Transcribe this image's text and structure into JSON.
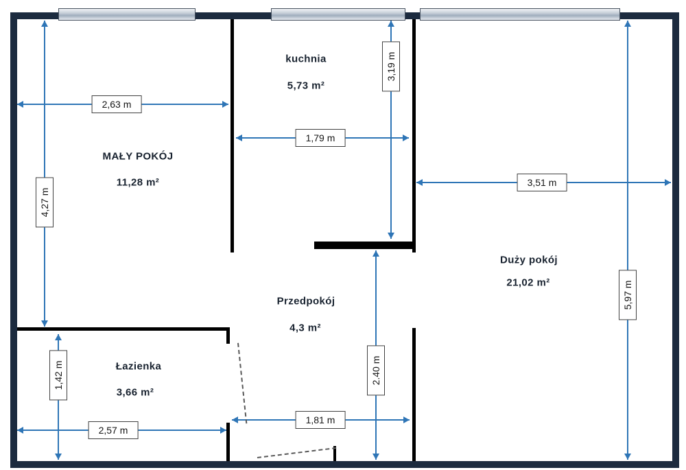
{
  "rooms": [
    {
      "name": "MAŁY POKÓJ",
      "area": "11,28 m²"
    },
    {
      "name": "kuchnia",
      "area": "5,73 m²"
    },
    {
      "name": "Duży pokój",
      "area": "21,02 m²"
    },
    {
      "name": "Przedpokój",
      "area": "4,3 m²"
    },
    {
      "name": "Łazienka",
      "area": "3,66 m²"
    }
  ],
  "dimensions": {
    "maly_width": "2,63 m",
    "maly_height": "4,27 m",
    "kuchnia_width": "1,79 m",
    "kuchnia_height": "3,19 m",
    "duzy_width": "3,51 m",
    "duzy_height": "5,97 m",
    "przedpokoj_width": "1,81 m",
    "przedpokoj_height": "2.40 m",
    "lazienka_width": "2,57 m",
    "lazienka_height": "1,42 m"
  },
  "colors": {
    "outer_wall": "#1c2b3f",
    "interior_wall": "#000000",
    "arrow": "#2e75b6",
    "window_glass": "#c3ccd7"
  }
}
